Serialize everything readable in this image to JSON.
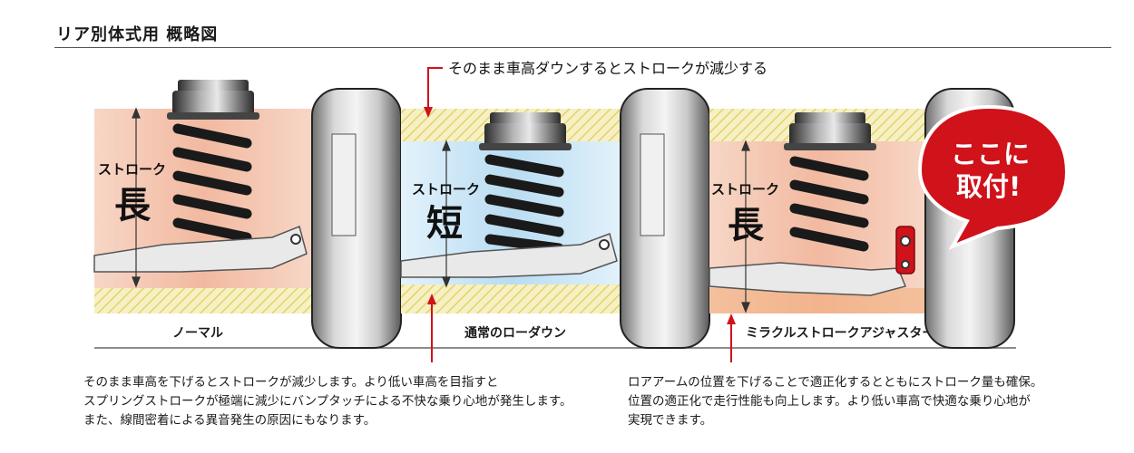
{
  "header": {
    "title": "リア別体式用 概略図"
  },
  "diagram": {
    "top_note": "そのまま車高ダウンするとストロークが減少する",
    "panels": [
      {
        "label": "ノーマル",
        "stroke_label": "ストローク",
        "stroke_value": "長"
      },
      {
        "label": "通常のローダウン",
        "stroke_label": "ストローク",
        "stroke_value": "短"
      },
      {
        "label": "ミラクルストロークアジャスター",
        "stroke_label": "ストローク",
        "stroke_value": "長"
      }
    ],
    "badge": {
      "line1": "ここに",
      "line2": "取付!"
    }
  },
  "captions": {
    "left": [
      "そのまま車高を下げるとストロークが減少します。より低い車高を目指すと",
      "スプリングストロークが極端に減少にバンプタッチによる不快な乗り心地が発生します。",
      "また、線間密着による異音発生の原因にもなります。"
    ],
    "right": [
      "ロアアームの位置を下げることで適正化するとともにストローク量も確保。",
      "位置の適正化で走行性能も向上します。より低い車高で快適な乗り心地が",
      "実現できます。"
    ]
  },
  "colors": {
    "accent_red": "#d0121b",
    "normal_bg": "#f2bfa6",
    "lowdown_bg": "#bfe0f4",
    "hatch": "#e8de7a"
  }
}
